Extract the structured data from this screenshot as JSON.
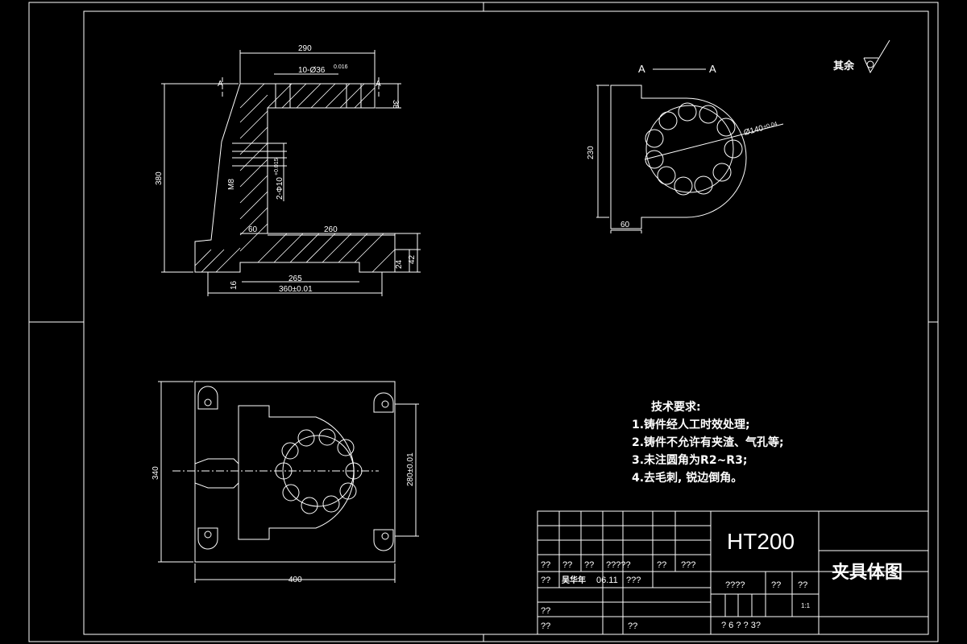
{
  "colors": {
    "background": "#000000",
    "lines": "#ffffff",
    "hatch": "#ffffff"
  },
  "elevation": {
    "dims": {
      "top_width": "290",
      "holes": "10-Ø36",
      "holes_tol": "0.016",
      "height_total": "380",
      "height_top": "38",
      "thread": "M8",
      "bore": "2-Φ10",
      "bore_tol": "+0.015",
      "base_left": "60",
      "base_right": "260",
      "bottom_inner": "265",
      "bottom_total": "360±0.01",
      "base_offset": "16",
      "base_h1": "24",
      "base_h2": "42"
    },
    "section_mark": "A"
  },
  "section_view": {
    "label_left": "A",
    "label_right": "A",
    "height": "230",
    "bottom": "60",
    "diameter": "Ø140",
    "diameter_tol": "±0.04"
  },
  "plan_view": {
    "height": "340",
    "width": "400",
    "inner": "280±0.01"
  },
  "surface_note": "其余",
  "tech": {
    "title": "技术要求:",
    "items": [
      "1.铸件经人工时效处理;",
      "2.铸件不允许有夹渣、气孔等;",
      "3.未注圆角为R2~R3;",
      "4.去毛刺, 锐边倒角。"
    ]
  },
  "title_block": {
    "material": "HT200",
    "drawing_title": "夹具体图",
    "row1": [
      "??",
      "??",
      "??",
      "?????",
      "??",
      "???"
    ],
    "row2": [
      "??",
      "吴华年",
      "06.11",
      "???"
    ],
    "row3": [
      "??"
    ],
    "row4": [
      "??",
      "??"
    ],
    "right_labels": [
      "????",
      "??",
      "??"
    ],
    "scale": "1:1",
    "sheet": "? 6 ? ? 3?"
  }
}
